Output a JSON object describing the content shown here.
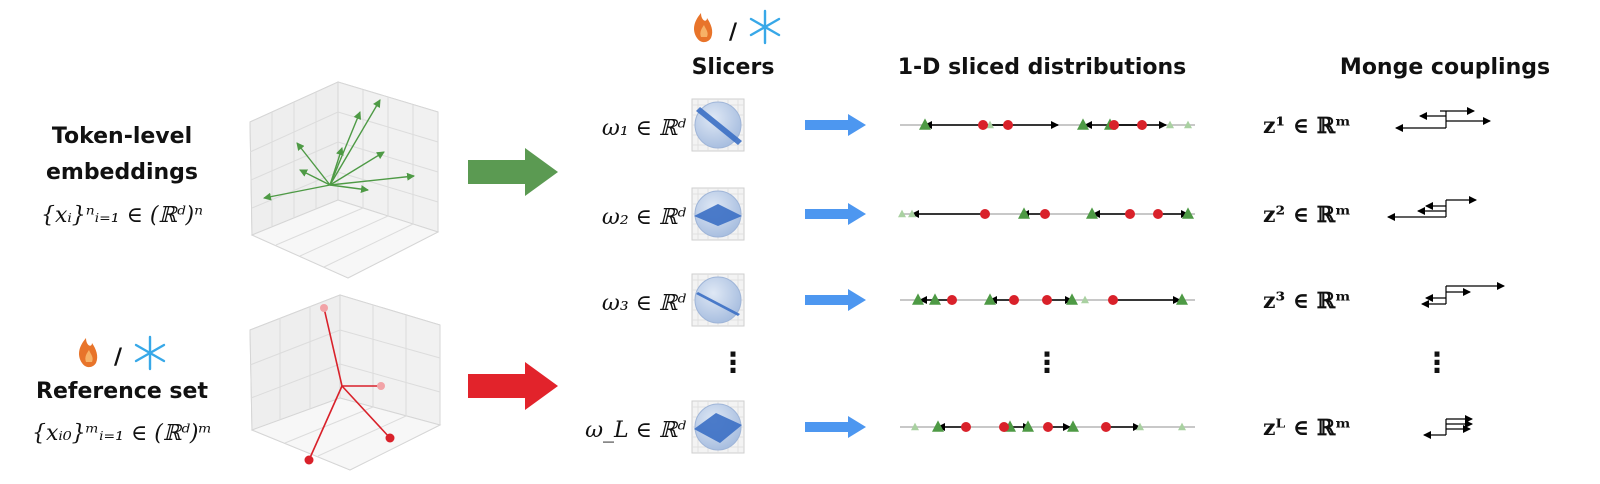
{
  "left": {
    "token_title_line1": "Token-level",
    "token_title_line2": "embeddings",
    "token_formula": "{xᵢ}ⁿᵢ₌₁ ∈ (ℝᵈ)ⁿ",
    "fire_icon": "fire-icon",
    "snow_icon": "snowflake-icon",
    "slash": "/",
    "reference_title": "Reference set",
    "reference_formula": "{xᵢ₀}ᵐᵢ₌₁ ∈ (ℝᵈ)ᵐ"
  },
  "headers": {
    "slicers": "Slicers",
    "sliced": "1-D sliced distributions",
    "monge": "Monge couplings"
  },
  "rows": [
    {
      "slicer": "ω₁ ∈ ℝᵈ",
      "coupling": "z¹ ∈ ℝᵐ"
    },
    {
      "slicer": "ω₂ ∈ ℝᵈ",
      "coupling": "z² ∈ ℝᵐ"
    },
    {
      "slicer": "ω₃ ∈ ℝᵈ",
      "coupling": "z³ ∈ ℝᵐ"
    },
    {
      "slicer": "ω_L ∈ ℝᵈ",
      "coupling": "zᴸ ∈ ℝᵐ"
    }
  ],
  "ellipsis": "⋮",
  "colors": {
    "green_arrow": "#5b9a52",
    "red_arrow": "#e2232b",
    "blue_arrow": "#4d97f0",
    "token_vectors": "#4e9a45",
    "reference_vectors": "#d9212a",
    "plane": "#3b6fc4",
    "sphere": "#b8cbe6",
    "fire": "#e8742a",
    "snow": "#38a8e8"
  }
}
